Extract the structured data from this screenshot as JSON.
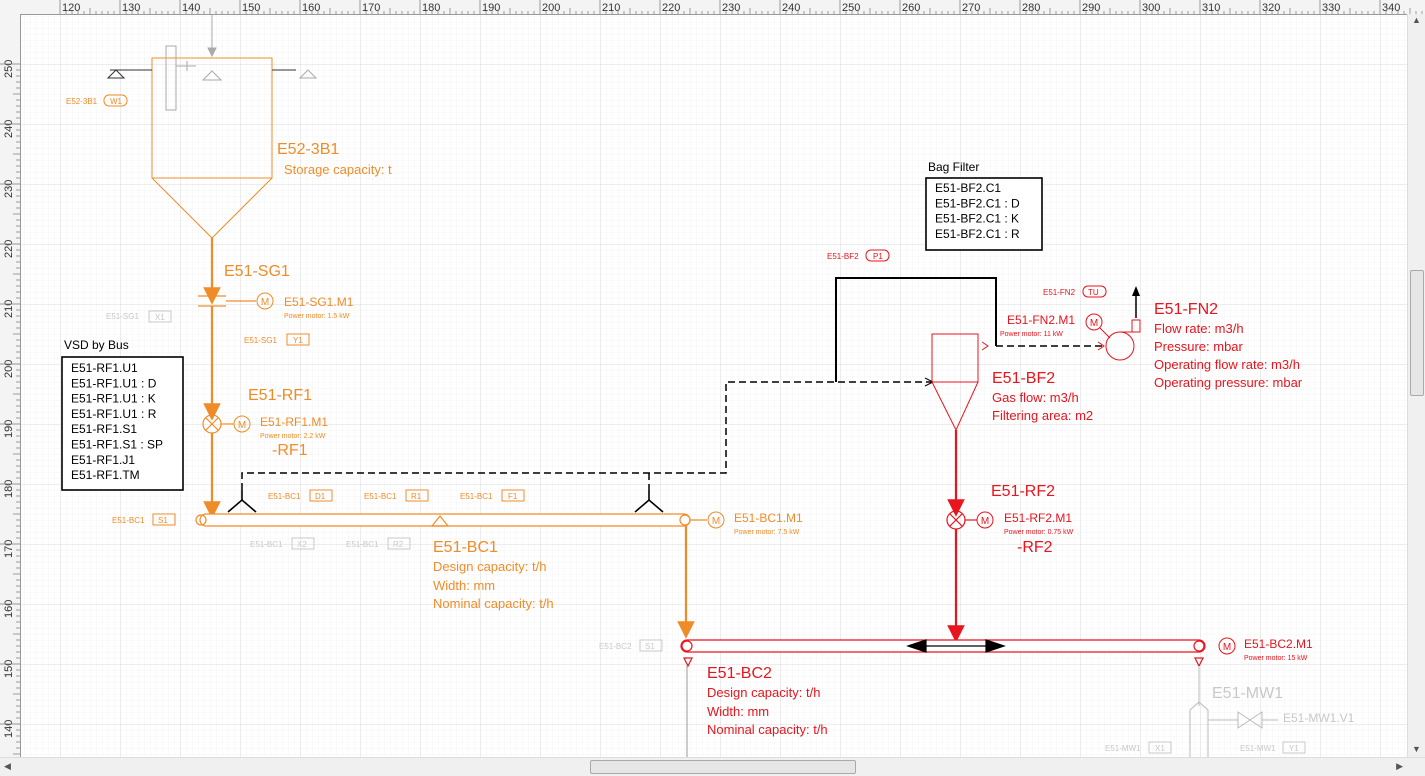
{
  "ruler": {
    "top": [
      "120",
      "130",
      "140",
      "150",
      "160",
      "170",
      "180",
      "190",
      "200",
      "210",
      "220",
      "230",
      "240",
      "250",
      "260",
      "270",
      "280",
      "290",
      "300",
      "310",
      "320",
      "330",
      "340"
    ],
    "left": [
      "250",
      "240",
      "230",
      "220",
      "210",
      "200",
      "190",
      "180",
      "170",
      "160",
      "150",
      "140"
    ]
  },
  "colors": {
    "orange": "#f08c28",
    "red": "#e8141e",
    "black": "#000000",
    "gray": "#c8c8c8",
    "grid_minor": "#e9e9e9",
    "grid_major": "#cfcfcf"
  },
  "labels": {
    "e52_3b1_name": "E52-3B1",
    "e52_3b1_storage": "Storage capacity: t",
    "tag_e52_3b1": "E52-3B1",
    "tag_w1": "W1",
    "e51_sg1_name": "E51-SG1",
    "sg1_motor_name": "E51-SG1.M1",
    "sg1_motor_power": "Power motor: 1.5 kW",
    "tag_sg1_gray": "E51-SG1",
    "tag_x1": "X1",
    "tag_sg1": "E51-SG1",
    "tag_y1": "Y1",
    "e51_rf1_name": "E51-RF1",
    "rf1_motor_name": "E51-RF1.M1",
    "rf1_motor_power": "Power motor: 2.2 kW",
    "rf1_short": "-RF1",
    "vsd_title": "VSD by Bus",
    "vsd_items": [
      "E51-RF1.U1",
      "E51-RF1.U1 : D",
      "E51-RF1.U1 : K",
      "E51-RF1.U1 : R",
      "E51-RF1.S1",
      "E51-RF1.S1 : SP",
      "E51-RF1.J1",
      "E51-RF1.TM"
    ],
    "tag_bc1_a": "E51-BC1",
    "tag_d1": "D1",
    "tag_bc1_b": "E51-BC1",
    "tag_r1": "R1",
    "tag_bc1_c": "E51-BC1",
    "tag_f1": "F1",
    "tag_bc1_s": "E51-BC1",
    "tag_s1": "S1",
    "tag_bc1_gray1": "E51-BC1",
    "tag_x2": "X2",
    "tag_bc1_gray2": "E51-BC1",
    "tag_r2g": "R2",
    "e51_bc1_name": "E51-BC1",
    "bc1_design": "Design capacity: t/h",
    "bc1_width": "Width: mm",
    "bc1_nominal": "Nominal capacity: t/h",
    "bc1_motor_name": "E51-BC1.M1",
    "bc1_motor_power": "Power motor: 7.5 kW",
    "bag_title": "Bag Filter",
    "bag_items": [
      "E51-BF2.C1",
      "E51-BF2.C1 : D",
      "E51-BF2.C1 : K",
      "E51-BF2.C1 : R"
    ],
    "tag_bf2": "E51-BF2",
    "tag_p1": "P1",
    "tag_fn2": "E51-FN2",
    "tag_tu": "TU",
    "fn2_motor_name": "E51-FN2.M1",
    "fn2_motor_power": "Power motor: 11 kW",
    "e51_fn2_name": "E51-FN2",
    "fn2_flow": "Flow rate: m3/h",
    "fn2_pressure": "Pressure: mbar",
    "fn2_op_flow": "Operating flow rate: m3/h",
    "fn2_op_pressure": "Operating pressure: mbar",
    "e51_bf2_name": "E51-BF2",
    "bf2_gas": "Gas flow: m3/h",
    "bf2_area": "Filtering area: m2",
    "e51_rf2_name": "E51-RF2",
    "rf2_motor_name": "E51-RF2.M1",
    "rf2_motor_power": "Power motor: 0.75 kW",
    "rf2_short": "-RF2",
    "tag_bc2_gray": "E51-BC2",
    "tag_s1g": "S1",
    "e51_bc2_name": "E51-BC2",
    "bc2_design": "Design capacity: t/h",
    "bc2_width": "Width: mm",
    "bc2_nominal": "Nominal capacity: t/h",
    "bc2_motor_name": "E51-BC2.M1",
    "bc2_motor_power": "Power motor: 15 kW",
    "e51_mw1_name": "E51-MW1",
    "mw1_v1_name": "E51-MW1.V1",
    "tag_mw1_a": "E51-MW1",
    "tag_x1b": "X1",
    "tag_mw1_b": "E51-MW1",
    "tag_y1b": "Y1",
    "motor_symbol": "M"
  }
}
